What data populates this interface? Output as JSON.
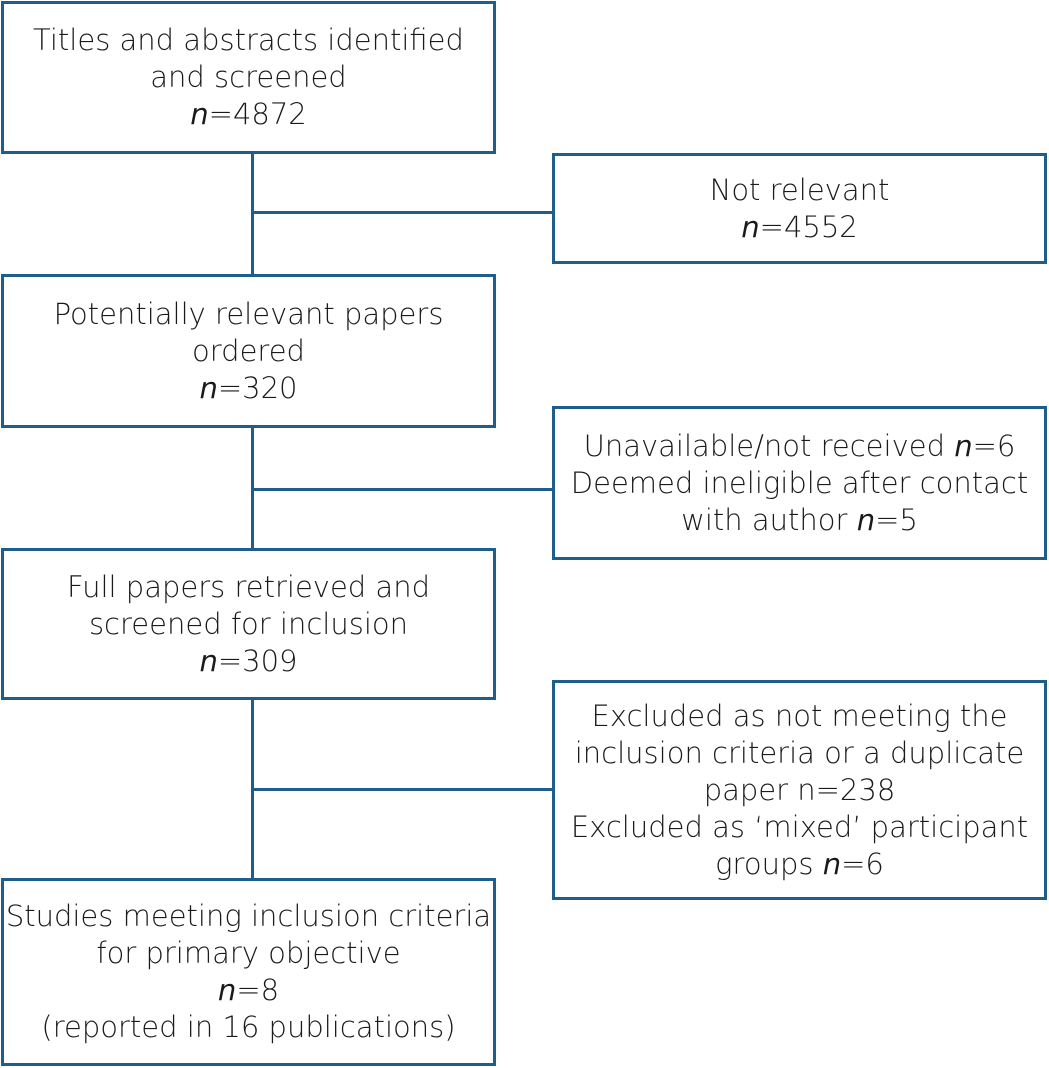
{
  "boxes": {
    "screened": {
      "line1": "Titles and abstracts identified",
      "line2": "and screened",
      "n_label": "n",
      "n_value": "=4872"
    },
    "not_relevant": {
      "line1": "Not relevant",
      "n_label": "n",
      "n_value": "=4552"
    },
    "ordered": {
      "line1": "Potentially relevant papers",
      "line2": "ordered",
      "n_label": "n",
      "n_value": "=320"
    },
    "unavailable": {
      "line1_text": "Unavailable/not received ",
      "line1_n_label": "n",
      "line1_n_value": "=6",
      "line2": "Deemed ineligible after contact",
      "line3_text": "with author ",
      "line3_n_label": "n",
      "line3_n_value": "=5"
    },
    "retrieved": {
      "line1": "Full papers retrieved and",
      "line2": "screened for inclusion",
      "n_label": "n",
      "n_value": "=309"
    },
    "excluded": {
      "line1": "Excluded as not meeting the",
      "line2": "inclusion criteria or a duplicate",
      "line3": "paper n=238",
      "line4": "Excluded as ‘mixed’ participant",
      "line5_text": "groups ",
      "line5_n_label": "n",
      "line5_n_value": "=6"
    },
    "included": {
      "line1": "Studies meeting inclusion criteria",
      "line2": "for primary objective",
      "n_label": "n",
      "n_value": "=8",
      "line4": "(reported in 16 publications)"
    }
  },
  "colors": {
    "border": "#1f5e8c",
    "text": "#1a1a1a"
  }
}
